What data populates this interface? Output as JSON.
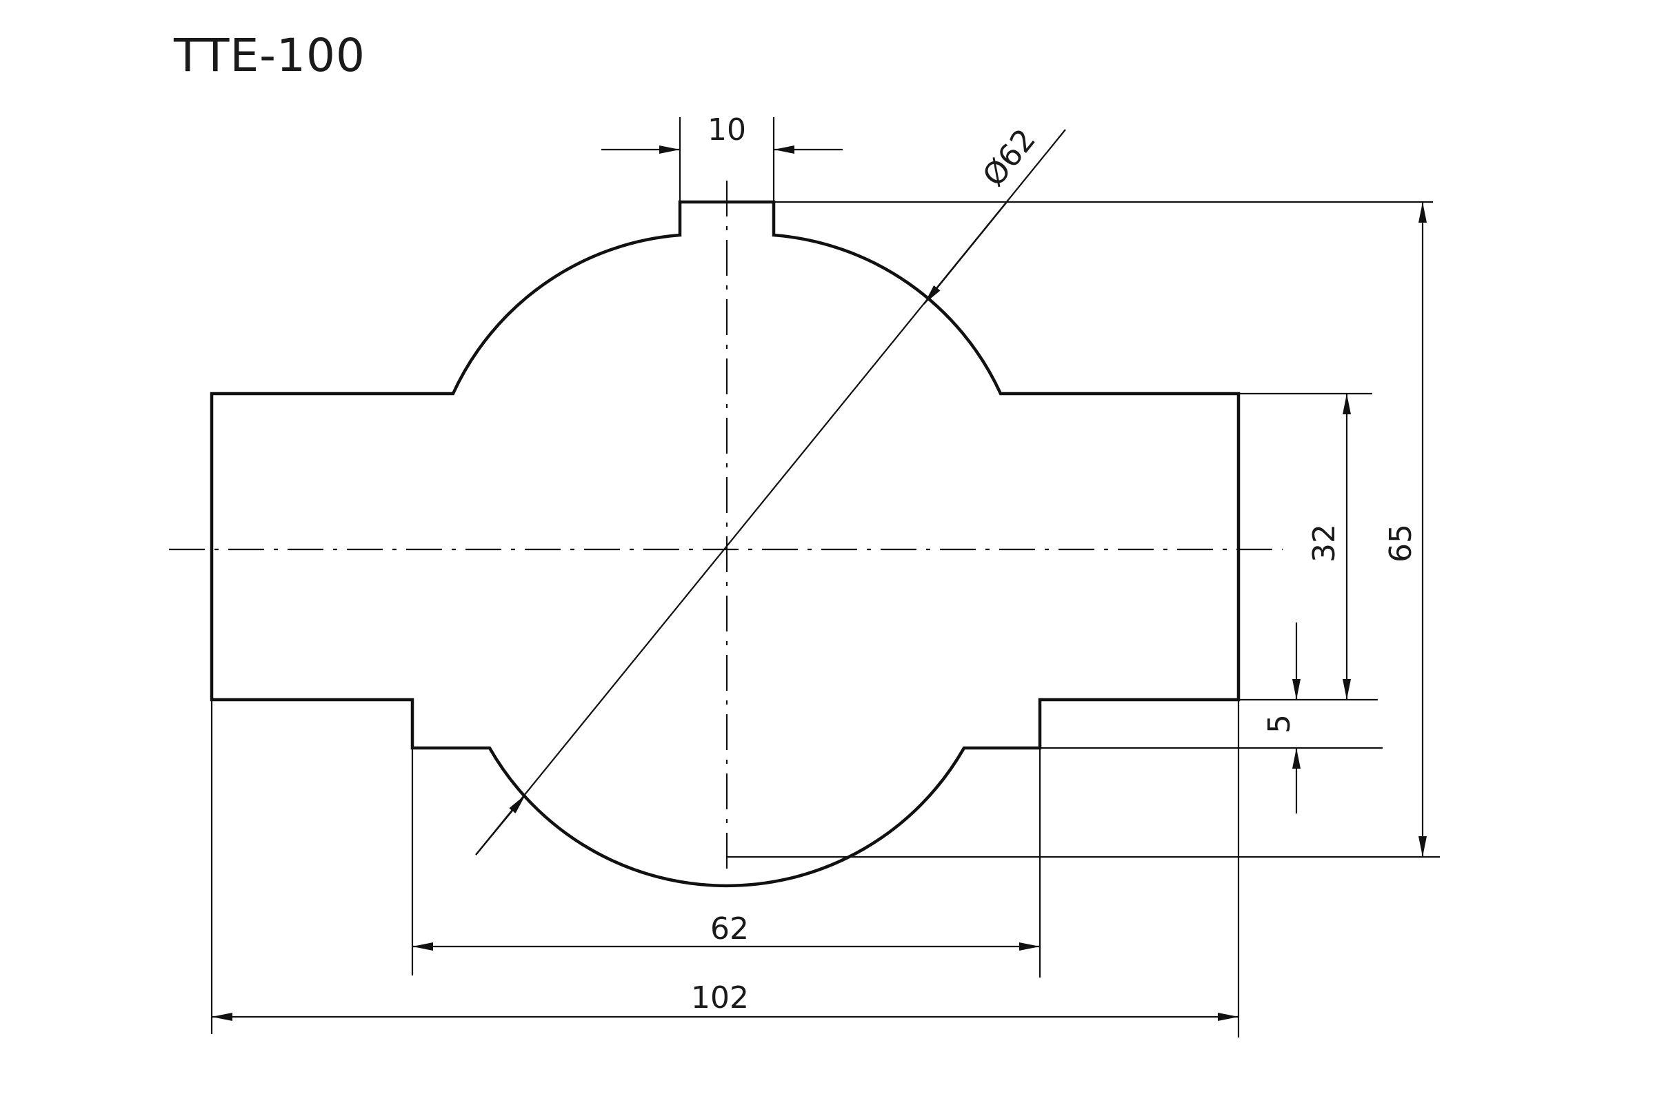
{
  "title": "TTE-100",
  "dimensions": {
    "top_width": "10",
    "diameter": "Ø62",
    "overall_height": "65",
    "body_height": "32",
    "step": "5",
    "lower_width": "62",
    "overall_width": "102"
  },
  "colors": {
    "line": "#111111",
    "background": "#ffffff"
  }
}
